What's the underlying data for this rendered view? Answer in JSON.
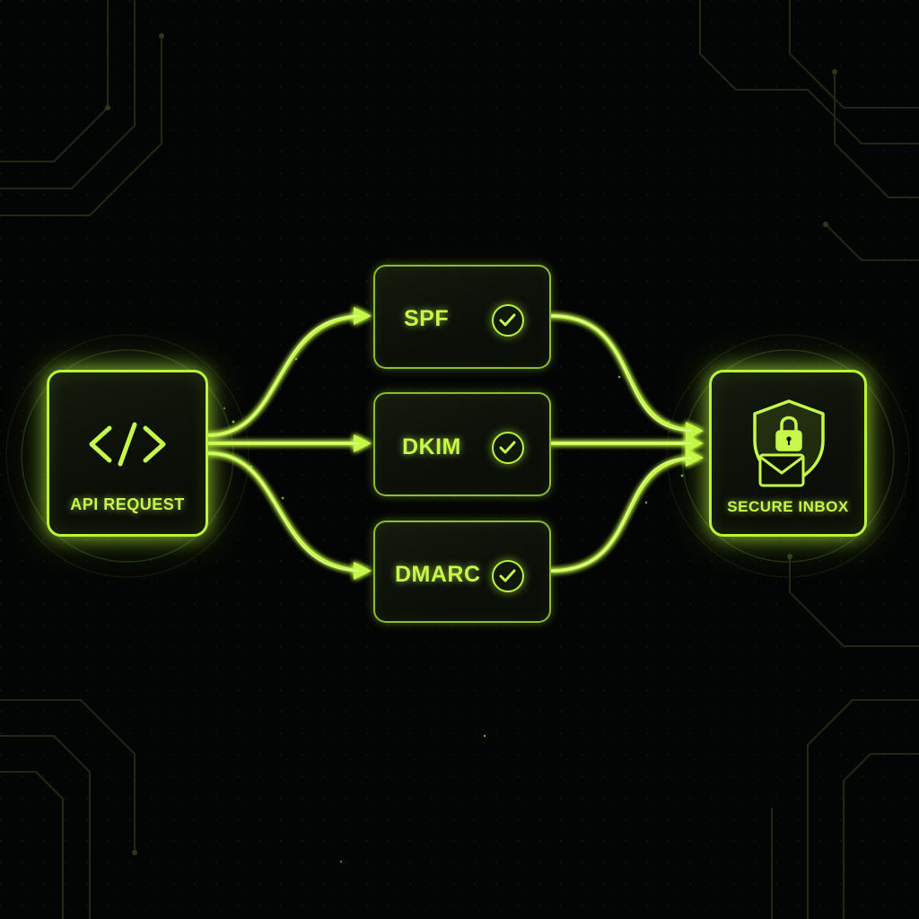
{
  "diagram": {
    "source": {
      "label": "API REQUEST",
      "icon": "code-brackets-icon"
    },
    "checks": [
      {
        "label": "SPF",
        "status_icon": "checkmark-icon"
      },
      {
        "label": "DKIM",
        "status_icon": "checkmark-icon"
      },
      {
        "label": "DMARC",
        "status_icon": "checkmark-icon"
      }
    ],
    "destination": {
      "label": "SECURE INBOX",
      "icon": "shield-lock-envelope-icon"
    },
    "colors": {
      "accent": "#b8f53a",
      "background": "#030504",
      "text": "#c6f84a"
    }
  }
}
